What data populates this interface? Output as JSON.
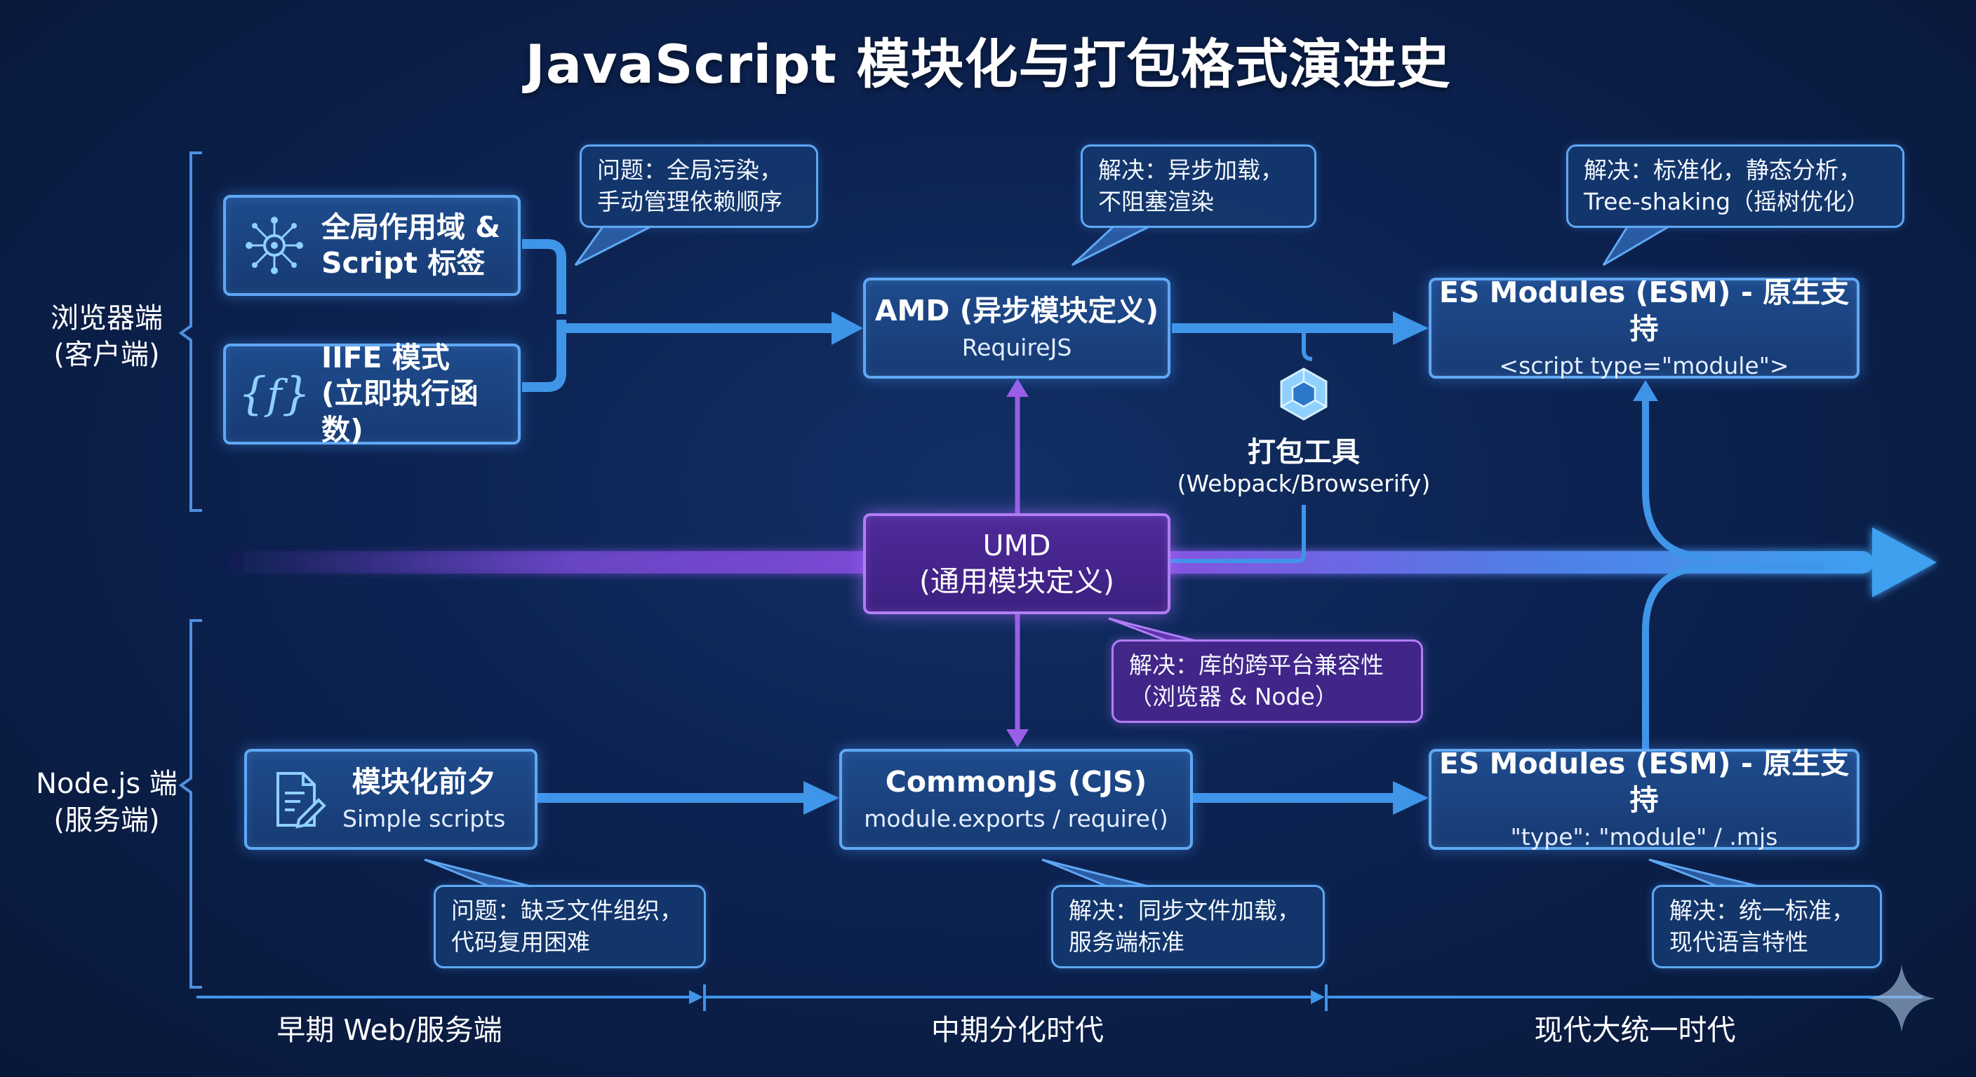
{
  "title": "JavaScript 模块化与打包格式演进史",
  "sides": {
    "browser_line1": "浏览器端",
    "browser_line2": "(客户端)",
    "node_line1": "Node.js 端",
    "node_line2": "(服务端)"
  },
  "boxes": {
    "global_scope": {
      "line1": "全局作用域 &",
      "line2": "Script 标签"
    },
    "iife": {
      "line1": "IIFE 模式",
      "line2": "(立即执行函数)"
    },
    "amd": {
      "main": "AMD (异步模块定义)",
      "sub": "RequireJS"
    },
    "esm_browser": {
      "main": "ES Modules (ESM) - 原生支持",
      "sub": "<script type=\"module\">"
    },
    "umd": {
      "line1": "UMD",
      "line2": "(通用模块定义)"
    },
    "pre_module": {
      "main": "模块化前夕",
      "sub": "Simple scripts"
    },
    "commonjs": {
      "main": "CommonJS (CJS)",
      "sub": "module.exports / require()"
    },
    "esm_node": {
      "main": "ES Modules (ESM) - 原生支持",
      "sub": "\"type\": \"module\" / .mjs"
    }
  },
  "callouts": {
    "global_problem": {
      "line1": "问题：全局污染，",
      "line2": "手动管理依赖顺序"
    },
    "amd_solution": {
      "line1": "解决：异步加载，",
      "line2": "不阻塞渲染"
    },
    "esm_solution": {
      "line1": "解决：标准化，静态分析，",
      "line2": "Tree-shaking（摇树优化）"
    },
    "umd_solution": {
      "line1": "解决：库的跨平台兼容性",
      "line2": "（浏览器 & Node）"
    },
    "pre_problem": {
      "line1": "问题：缺乏文件组织，",
      "line2": "代码复用困难"
    },
    "cjs_solution": {
      "line1": "解决：同步文件加载，",
      "line2": "服务端标准"
    },
    "esm_node_solution": {
      "line1": "解决：统一标准，",
      "line2": "现代语言特性"
    }
  },
  "bundler": {
    "label": "打包工具",
    "sub": "(Webpack/Browserify)"
  },
  "eras": [
    "早期 Web/服务端",
    "中期分化时代",
    "现代大统一时代"
  ],
  "colors": {
    "blue_arrow": "#3f95e8",
    "purple_arrow": "#9a5ee8",
    "box_border": "#5fa8f4",
    "umd_border": "#b07ff5"
  }
}
